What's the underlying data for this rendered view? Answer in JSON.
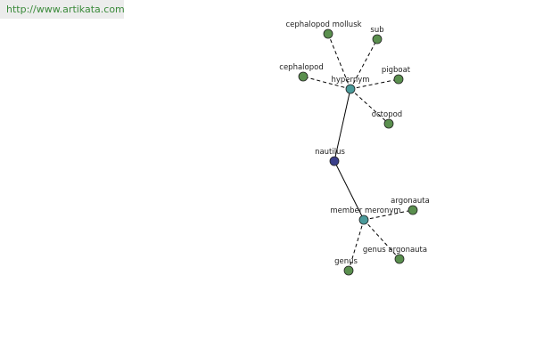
{
  "watermark": "http://www.artikata.com",
  "colors": {
    "leaf": "#5a8f4e",
    "relation": "#4a9a9a",
    "center": "#3a3f8a"
  },
  "graph": {
    "center": {
      "label": "nautilus"
    },
    "relations": [
      {
        "label": "hypernym",
        "leaves": [
          "cephalopod mollusk",
          "sub",
          "cephalopod",
          "pigboat",
          "octopod"
        ]
      },
      {
        "label": "member meronym",
        "leaves": [
          "argonauta",
          "genus argonauta",
          "genus"
        ]
      }
    ]
  }
}
